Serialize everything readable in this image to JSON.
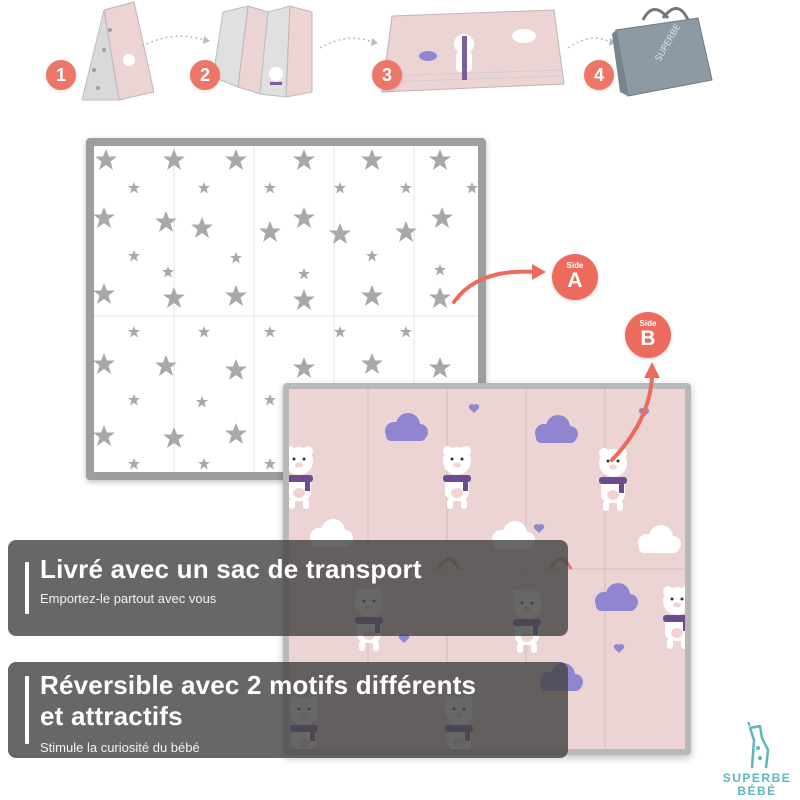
{
  "steps": [
    "1",
    "2",
    "3",
    "4"
  ],
  "sides": {
    "a": {
      "small": "Side",
      "letter": "A"
    },
    "b": {
      "small": "Side",
      "letter": "B"
    }
  },
  "features": [
    {
      "title": "Livré avec un sac de transport",
      "subtitle": "Emportez-le partout avec vous"
    },
    {
      "title_line1": "Réversible avec 2 motifs différents",
      "title_line2": "et attractifs",
      "subtitle": "Stimule la curiosité du bébé"
    }
  ],
  "brand": {
    "line1": "SUPERBE",
    "line2": "BÉBÉ"
  },
  "colors": {
    "accent": "#ec7668",
    "mat_pink": "#ecd3d4",
    "star_grey": "#a8a8a8",
    "brand_teal": "#5bb7bd"
  }
}
